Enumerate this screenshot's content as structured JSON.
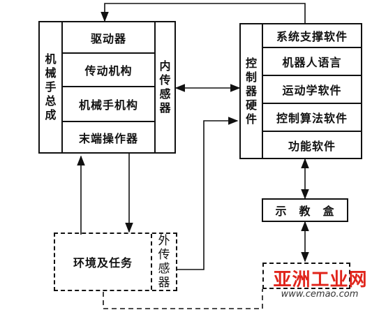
{
  "manipulator": {
    "title_chars": [
      "机",
      "械",
      "手",
      "总",
      "成"
    ],
    "rows": [
      "驱动器",
      "传动机构",
      "机械手机构",
      "末端操作器"
    ],
    "internal_sensor_chars": [
      "内",
      "传",
      "感",
      "器"
    ]
  },
  "controller": {
    "title_chars": [
      "控",
      "制",
      "器",
      "硬",
      "件"
    ],
    "rows": [
      "系统支撑软件",
      "机器人语言",
      "运动学软件",
      "控制算法软件",
      "功能软件"
    ]
  },
  "teach_box": {
    "label": "示　教　盒"
  },
  "environment": {
    "label": "环境及任务",
    "external_sensor_chars": [
      "外",
      "传",
      "感",
      "器"
    ]
  },
  "watermark": {
    "text": "亚洲工业网",
    "url": "www.cemao.com"
  }
}
